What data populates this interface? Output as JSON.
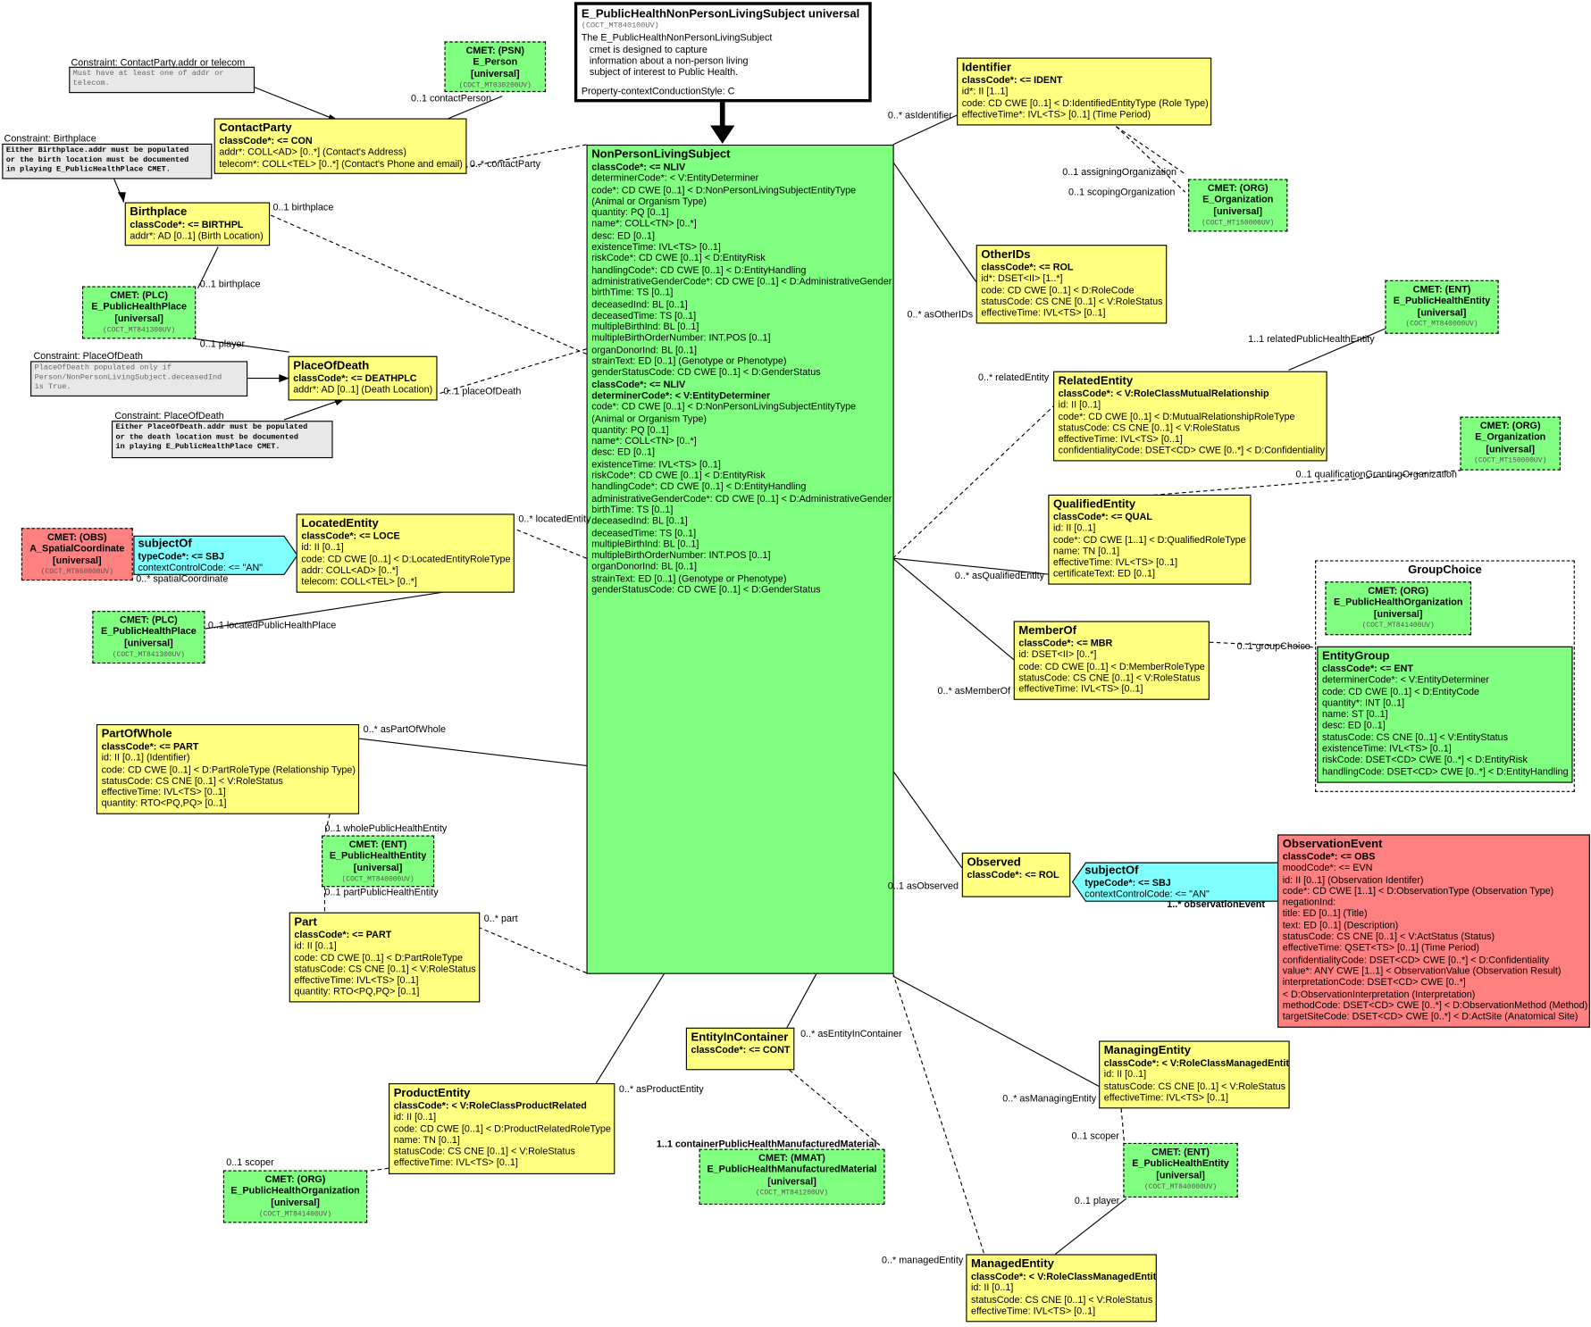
{
  "header": {
    "title": "E_PublicHealthNonPersonLivingSubject universal",
    "code": "(COCT_MT840100UV)",
    "desc": [
      "The E_PublicHealthNonPersonLivingSubject",
      "cmet is designed to capture",
      "information about a non-person living",
      "subject of interest to Public Health."
    ],
    "style": "Property-contextConductionStyle: C"
  },
  "central": {
    "title": "NonPersonLivingSubject",
    "lines": [
      "classCode*: <= NLIV",
      "determinerCode*: < V:EntityDeterminer",
      "code*: CD CWE [0..1] < D:NonPersonLivingSubjectEntityType",
      "  (Animal or Organism Type)",
      "quantity: PQ [0..1]",
      "name*: COLL<TN> [0..*]",
      "desc: ED [0..1]",
      "existenceTime: IVL<TS> [0..1]",
      "riskCode*: CD CWE [0..1] < D:EntityRisk",
      "handlingCode*: CD CWE [0..1] < D:EntityHandling",
      "administrativeGenderCode*: CD CWE [0..1] < D:AdministrativeGender",
      "birthTime: TS [0..1]",
      "deceasedInd: BL [0..1]",
      "deceasedTime: TS [0..1]",
      "multipleBirthInd: BL [0..1]",
      "multipleBirthOrderNumber: INT.POS [0..1]",
      "organDonorInd: BL [0..1]",
      "strainText: ED [0..1] (Genotype or Phenotype)",
      "genderStatusCode: CD CWE [0..1] < D:GenderStatus"
    ]
  },
  "notes": {
    "contactparty": {
      "title": "Constraint: ContactParty.addr or telecom",
      "lines": [
        "Must have at least one of addr or",
        "telecom."
      ]
    },
    "birthplace": {
      "title": "Constraint: Birthplace",
      "lines": [
        "Either Birthplace.addr must be populated",
        "or the birth location must be documented",
        "in playing E_PublicHealthPlace CMET."
      ]
    },
    "placeofdeath1": {
      "title": "Constraint: PlaceOfDeath",
      "lines": [
        "PlaceOfDeath populated only if",
        "Person/NonPersonLivingSubject.deceasedInd",
        "is True."
      ]
    },
    "placeofdeath2": {
      "title": "Constraint: PlaceOfDeath",
      "lines": [
        "Either PlaceOfDeath.addr must be populated",
        "or the death location must be documented",
        "in playing E_PublicHealthPlace CMET."
      ]
    }
  },
  "classes": {
    "contactparty": {
      "title": "ContactParty",
      "lines": [
        "classCode*: <= CON",
        "addr*: COLL<AD> [0..*] (Contact's Address)",
        "telecom*: COLL<TEL> [0..*] (Contact's Phone and email)"
      ]
    },
    "birthplace": {
      "title": "Birthplace",
      "lines": [
        "classCode*: <= BIRTHPL",
        "addr*: AD [0..1] (Birth Location)"
      ]
    },
    "placeofdeath": {
      "title": "PlaceOfDeath",
      "lines": [
        "classCode*: <= DEATHPLC",
        "addr*: AD [0..1] (Death Location)"
      ]
    },
    "locatedentity": {
      "title": "LocatedEntity",
      "lines": [
        "classCode*: <= LOCE",
        "id: II [0..1]",
        "code: CD CWE [0..1] < D:LocatedEntityRoleType",
        "addr: COLL<AD> [0..*]",
        "telecom: COLL<TEL> [0..*]"
      ]
    },
    "partofwhole": {
      "title": "PartOfWhole",
      "lines": [
        "classCode*: <= PART",
        "id: II [0..1] (Identifier)",
        "code: CD CWE [0..1] < D:PartRoleType (Relationship Type)",
        "statusCode: CS CNE [0..1] < V:RoleStatus",
        "effectiveTime: IVL<TS> [0..1]",
        "quantity: RTO<PQ,PQ> [0..1]"
      ]
    },
    "part": {
      "title": "Part",
      "lines": [
        "classCode*: <= PART",
        "id: II [0..1]",
        "code: CD CWE [0..1] < D:PartRoleType",
        "statusCode: CS CNE [0..1] < V:RoleStatus",
        "effectiveTime: IVL<TS> [0..1]",
        "quantity: RTO<PQ,PQ> [0..1]"
      ]
    },
    "productentity": {
      "title": "ProductEntity",
      "lines": [
        "classCode*: < V:RoleClassProductRelated",
        "id: II [0..1]",
        "code: CD CWE [0..1] < D:ProductRelatedRoleType",
        "name: TN [0..1]",
        "statusCode: CS CNE [0..1] < V:RoleStatus",
        "effectiveTime: IVL<TS> [0..1]"
      ]
    },
    "entityincontainer": {
      "title": "EntityInContainer",
      "lines": [
        "classCode*: <= CONT"
      ]
    },
    "identifier": {
      "title": "Identifier",
      "lines": [
        "classCode*: <= IDENT",
        "id*: II [1..1]",
        "code: CD CWE [0..1] < D:IdentifiedEntityType (Role Type)",
        "effectiveTime*: IVL<TS> [0..1] (Time Period)"
      ]
    },
    "otherids": {
      "title": "OtherIDs",
      "lines": [
        "classCode*: <= ROL",
        "id*: DSET<II> [1..*]",
        "code: CD CWE [0..1] < D:RoleCode",
        "statusCode: CS CNE [0..1] < V:RoleStatus",
        "effectiveTime: IVL<TS> [0..1]"
      ]
    },
    "relatedentity": {
      "title": "RelatedEntity",
      "lines": [
        "classCode*: < V:RoleClassMutualRelationship",
        "id: II [0..1]",
        "code*: CD CWE [0..1] < D:MutualRelationshipRoleType",
        "statusCode: CS CNE [0..1] < V:RoleStatus",
        "effectiveTime: IVL<TS> [0..1]",
        "confidentialityCode: DSET<CD> CWE [0..*] < D:Confidentiality"
      ]
    },
    "qualifiedentity": {
      "title": "QualifiedEntity",
      "lines": [
        "classCode*: <= QUAL",
        "id: II [0..1]",
        "code*: CD CWE [1..1] < D:QualifiedRoleType",
        "name: TN [0..1]",
        "effectiveTime: IVL<TS> [0..1]",
        "certificateText: ED [0..1]"
      ]
    },
    "memberof": {
      "title": "MemberOf",
      "lines": [
        "classCode*: <= MBR",
        "id: DSET<II> [0..*]",
        "code: CD CWE [0..1] < D:MemberRoleType",
        "statusCode: CS CNE [0..1] < V:RoleStatus",
        "effectiveTime: IVL<TS> [0..1]"
      ]
    },
    "entitygroup": {
      "title": "EntityGroup",
      "lines": [
        "classCode*: <= ENT",
        "determinerCode*: < V:EntityDeterminer",
        "code: CD CWE [0..1] < D:EntityCode",
        "quantity*: INT [0..1]",
        "name: ST [0..1]",
        "desc: ED [0..1]",
        "statusCode: CS CNE [0..1] < V:EntityStatus",
        "existenceTime: IVL<TS> [0..1]",
        "riskCode: DSET<CD> CWE [0..*] < D:EntityRisk",
        "handlingCode: DSET<CD> CWE [0..*] < D:EntityHandling"
      ]
    },
    "observed": {
      "title": "Observed",
      "lines": [
        "classCode*: <= ROL"
      ]
    },
    "observationevent": {
      "title": "ObservationEvent",
      "lines": [
        "classCode*: <= OBS",
        "moodCode*: <= EVN",
        "id: II [0..1] (Observation Identifer)",
        "code*: CD CWE [1..1] < D:ObservationType (Observation Type)",
        "negationInd:",
        "title: ED [0..1] (Title)",
        "text: ED [0..1] (Description)",
        "statusCode: CS CNE [0..1] < V:ActStatus (Status)",
        "effectiveTime: QSET<TS> [0..1] (Time Period)",
        "confidentialityCode: DSET<CD> CWE [0..*] < D:Confidentiality",
        "value*: ANY CWE [1..1] < ObservationValue (Observation Result)",
        "interpretationCode: DSET<CD> CWE [0..*]",
        "  < D:ObservationInterpretation (Interpretation)",
        "methodCode: DSET<CD> CWE [0..*] < D:ObservationMethod (Method)",
        "targetSiteCode: DSET<CD> CWE [0..*] < D:ActSite (Anatomical Site)"
      ]
    },
    "managingentity": {
      "title": "ManagingEntity",
      "lines": [
        "classCode*: < V:RoleClassManagedEntity",
        "id: II [0..1]",
        "statusCode: CS CNE [0..1] < V:RoleStatus",
        "effectiveTime: IVL<TS> [0..1]"
      ]
    },
    "managedentity": {
      "title": "ManagedEntity",
      "lines": [
        "classCode*: < V:RoleClassManagedEntity",
        "id: II [0..1]",
        "statusCode: CS CNE [0..1] < V:RoleStatus",
        "effectiveTime: IVL<TS> [0..1]"
      ]
    },
    "subjectof1": {
      "title": "subjectOf",
      "lines": [
        "typeCode*: <= SBJ",
        "contextControlCode: <= \"AN\""
      ]
    },
    "subjectof2": {
      "title": "subjectOf",
      "lines": [
        "typeCode*: <= SBJ",
        "contextControlCode: <= \"AN\""
      ]
    }
  },
  "cmets": {
    "person": {
      "tag": "CMET: (PSN)",
      "name": "E_Person",
      "kind": "[universal]",
      "code": "(COCT_MT030200UV)"
    },
    "place1": {
      "tag": "CMET: (PLC)",
      "name": "E_PublicHealthPlace",
      "kind": "[universal]",
      "code": "(COCT_MT841300UV)"
    },
    "spatial": {
      "tag": "CMET: (OBS)",
      "name": "A_SpatialCoordinate",
      "kind": "[universal]",
      "code": "(COCT_MT960000UV)"
    },
    "place2": {
      "tag": "CMET: (PLC)",
      "name": "E_PublicHealthPlace",
      "kind": "[universal]",
      "code": "(COCT_MT841300UV)"
    },
    "phentity1": {
      "tag": "CMET: (ENT)",
      "name": "E_PublicHealthEntity",
      "kind": "[universal]",
      "code": "(COCT_MT840000UV)"
    },
    "phorg1": {
      "tag": "CMET: (ORG)",
      "name": "E_PublicHealthOrganization",
      "kind": "[universal]",
      "code": "(COCT_MT841400UV)"
    },
    "mmat": {
      "tag": "CMET: (MMAT)",
      "name": "E_PublicHealthManufacturedMaterial",
      "kind": "[universal]",
      "code": "(COCT_MT841200UV)"
    },
    "org1": {
      "tag": "CMET: (ORG)",
      "name": "E_Organization",
      "kind": "[universal]",
      "code": "(COCT_MT150000UV)"
    },
    "phentity2": {
      "tag": "CMET: (ENT)",
      "name": "E_PublicHealthEntity",
      "kind": "[universal]",
      "code": "(COCT_MT840000UV)"
    },
    "org2": {
      "tag": "CMET: (ORG)",
      "name": "E_Organization",
      "kind": "[universal]",
      "code": "(COCT_MT150000UV)"
    },
    "phorg2": {
      "tag": "CMET: (ORG)",
      "name": "E_PublicHealthOrganization",
      "kind": "[universal]",
      "code": "(COCT_MT841400UV)"
    },
    "phentity3": {
      "tag": "CMET: (ENT)",
      "name": "E_PublicHealthEntity",
      "kind": "[universal]",
      "code": "(COCT_MT840000UV)"
    }
  },
  "groupchoice": {
    "title": "GroupChoice"
  },
  "labels": {
    "contactPerson": "0..1 contactPerson",
    "contactParty": "0..* contactParty",
    "birthplace": "0..1 birthplace",
    "birthplace2": "0..1 birthplace",
    "player": "0..1 player",
    "placeOfDeath": "0..1 placeOfDeath",
    "locatedEntity": "0..* locatedEntity",
    "spatialCoordinate": "0..* spatialCoordinate",
    "locatedPublicHealthPlace": "0..1 locatedPublicHealthPlace",
    "asPartOfWhole": "0..* asPartOfWhole",
    "wholePublicHealthEntity": "0..1 wholePublicHealthEntity",
    "partPublicHealthEntity": "0..1 partPublicHealthEntity",
    "part": "0..* part",
    "asProductEntity": "0..* asProductEntity",
    "scoper": "0..1 scoper",
    "asEntityInContainer": "0..* asEntityInContainer",
    "containerMaterial": "1..1 containerPublicHealthManufacturedMaterial",
    "asIdentifier": "0..* asIdentifier",
    "assigningOrganization": "0..1 assigningOrganization",
    "scopingOrganization": "0..1 scopingOrganization",
    "asOtherIDs": "0..* asOtherIDs",
    "relatedPublicHealthEntity": "1..1 relatedPublicHealthEntity",
    "relatedEntity": "0..* relatedEntity",
    "qualificationGrantingOrganization": "0..1 qualificationGrantingOrganization",
    "asQualifiedEntity": "0..* asQualifiedEntity",
    "groupChoice": "0..1 groupChoice",
    "asMemberOf": "0..* asMemberOf",
    "asObserved": "0..1 asObserved",
    "observationEvent": "1..* observationEvent",
    "asManagingEntity": "0..* asManagingEntity",
    "scoper2": "0..1 scoper",
    "player2": "0..1 player",
    "managedEntity": "0..* managedEntity"
  },
  "colors": {
    "act": "#ff8080",
    "entity": "#80ff80",
    "role": "#ffff80",
    "participation": "#80ffff",
    "note": "#e8e8e8"
  }
}
